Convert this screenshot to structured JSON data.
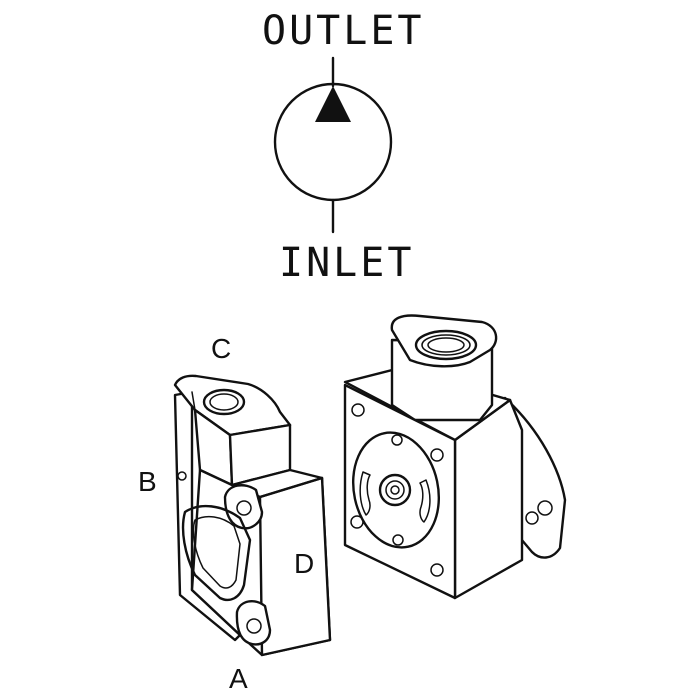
{
  "symbol": {
    "outlet_label": "OUTLET",
    "inlet_label": "INLET"
  },
  "parts": {
    "label_a": "A",
    "label_b": "B",
    "label_c": "C",
    "label_d": "D"
  },
  "colors": {
    "ink": "#111111",
    "background": "#ffffff"
  }
}
